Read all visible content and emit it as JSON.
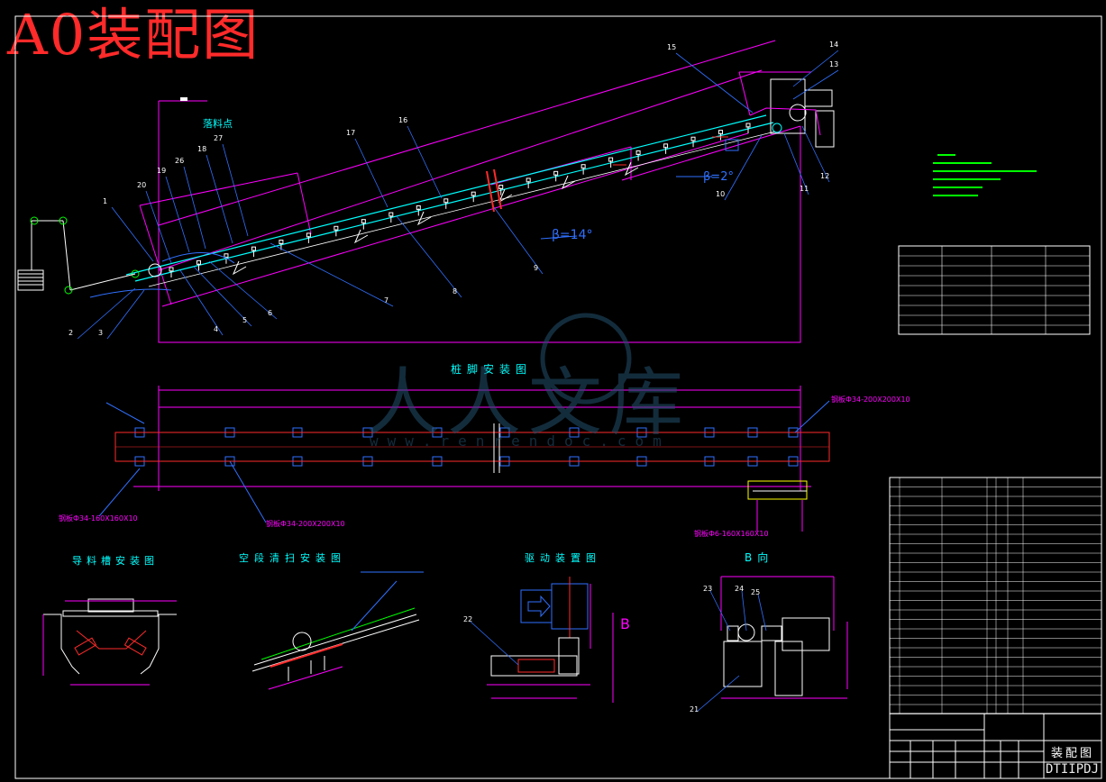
{
  "drawing": {
    "title": "A0装配图",
    "watermark": {
      "text": "人人文库",
      "url": "www.renrendoc.com"
    },
    "corner_code": "DTIIPDJ",
    "section_titles": {
      "pile_foot": "桩脚安装图",
      "chute": "导料槽安装图",
      "empty_cleaner": "空段清扫安装图",
      "drive": "驱动装置图",
      "view_b": "B向"
    },
    "annotations": {
      "angle_main": "β=14°",
      "angle_top": "β=2°",
      "feed_point": "落料点",
      "view_marker": "B",
      "steel_left": "钢板Ф34-160X160X10",
      "steel_mid": "钢板Ф34-200X200X10",
      "steel_right": "钢板Ф34-200X200X10",
      "steel_bottom": "钢板Ф6-160X160X10"
    },
    "part_numbers_main": [
      "1",
      "2",
      "3",
      "4",
      "5",
      "6",
      "7",
      "8",
      "9",
      "10",
      "11",
      "12",
      "13",
      "14",
      "15",
      "16",
      "17",
      "18",
      "19",
      "20",
      "26",
      "27"
    ],
    "part_numbers_detail": [
      "21",
      "22",
      "23",
      "24",
      "25"
    ],
    "colors": {
      "background": "#000000",
      "cyan": "#00ffff",
      "magenta": "#ff00ff",
      "white": "#ffffff",
      "red": "#ff2a2a",
      "green": "#00ff00",
      "blue": "#3070ff",
      "yellow": "#ffff00"
    },
    "title_block": {
      "label": "装配图"
    }
  }
}
